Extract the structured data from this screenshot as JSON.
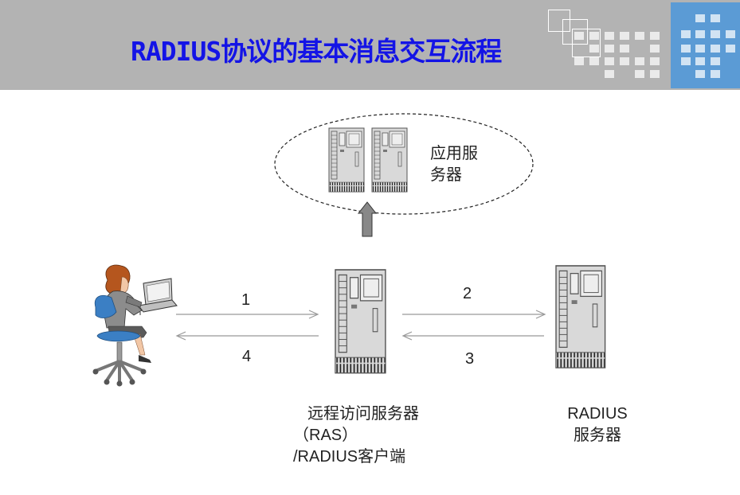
{
  "title": "RADIUS协议的基本消息交互流程",
  "nodes": {
    "app_server": {
      "line1": "应用服",
      "line2": "务器"
    },
    "ras": {
      "line1": "远程访问服务器",
      "line2": "（RAS）",
      "line3": "/RADIUS客户端"
    },
    "radius": {
      "line1": "RADIUS",
      "line2": "服务器"
    }
  },
  "steps": [
    "1",
    "2",
    "3",
    "4"
  ],
  "colors": {
    "title": "#1414e6",
    "header_bg": "#b3b3b3",
    "accent": "#5b9bd5"
  }
}
